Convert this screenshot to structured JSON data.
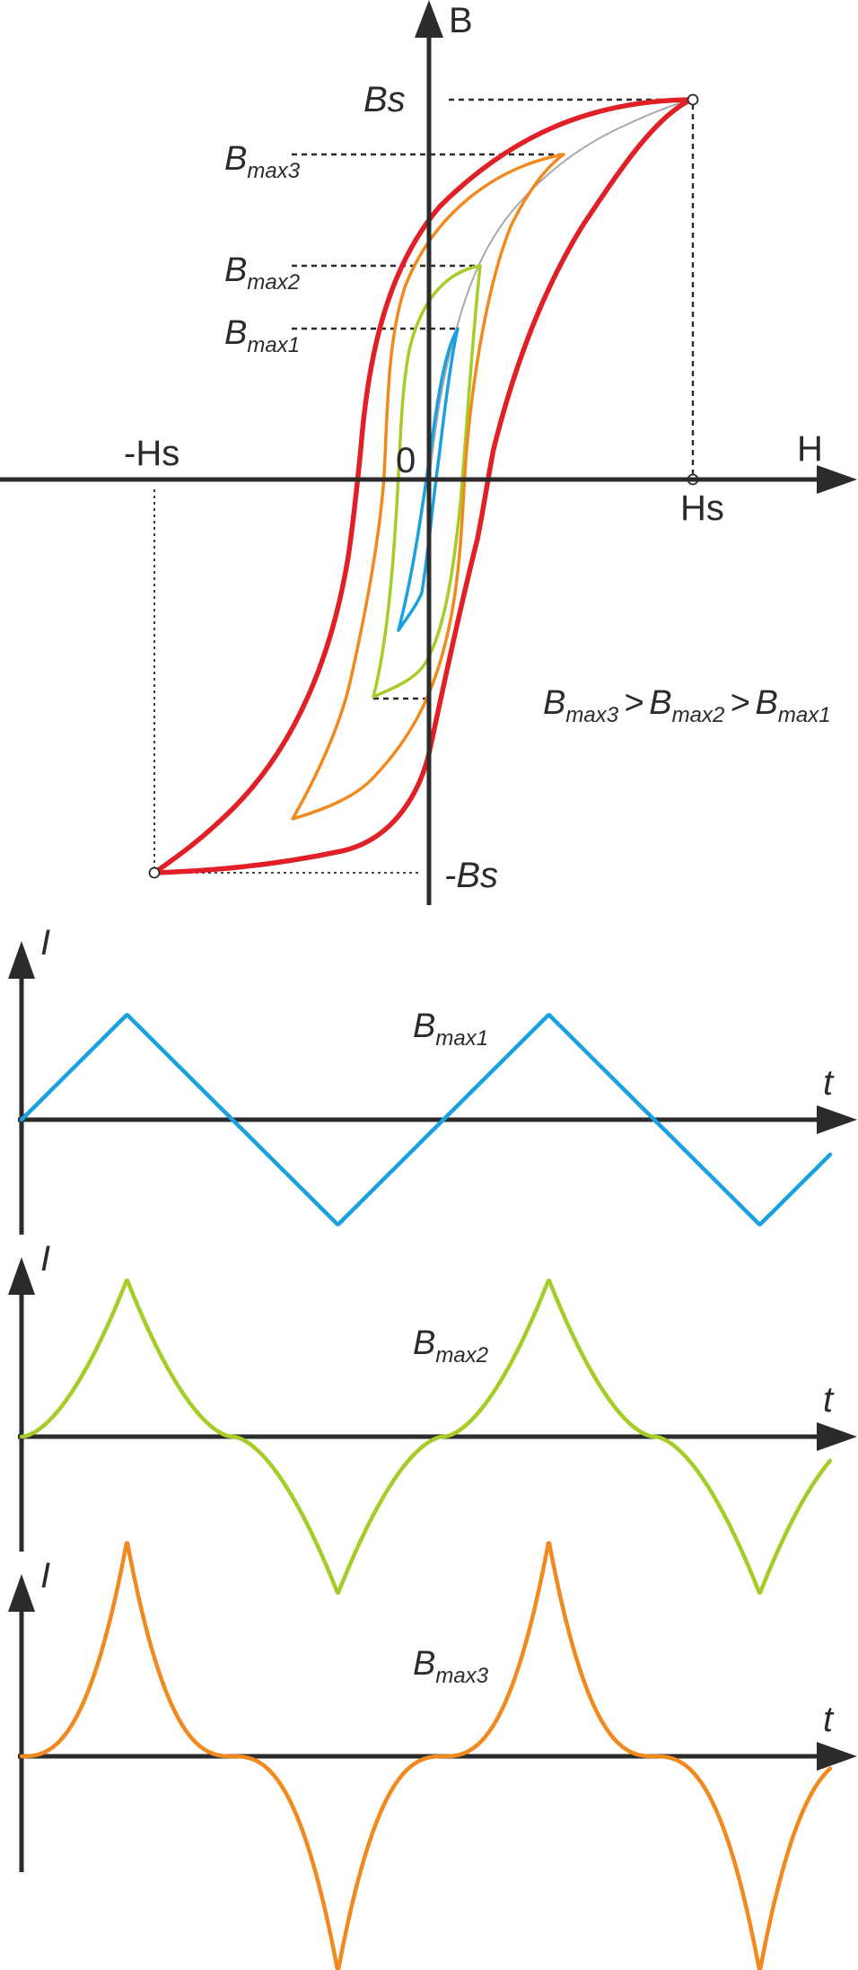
{
  "hysteresis": {
    "axis_labels": {
      "b": "B",
      "h": "H",
      "origin": "0"
    },
    "points": {
      "bs": "Bs",
      "neg_bs": "-Bs",
      "hs": "Hs",
      "neg_hs": "-Hs"
    },
    "levels": [
      {
        "base": "B",
        "sub": "max3"
      },
      {
        "base": "B",
        "sub": "max2"
      },
      {
        "base": "B",
        "sub": "max1"
      }
    ],
    "relation": {
      "a": "max3",
      "b": "max2",
      "c": "max1",
      "base": "B",
      "op": ">"
    },
    "colors": {
      "saturation": "#e02026",
      "max3": "#f18a1e",
      "max2": "#a6cc27",
      "max1": "#1ba1e0",
      "initial": "#a8a8a8"
    }
  },
  "waveforms": [
    {
      "y_label": "I",
      "x_label": "t",
      "base": "B",
      "sub": "max1",
      "shape": "triangle",
      "color": "#1ba1e0"
    },
    {
      "y_label": "I",
      "x_label": "t",
      "base": "B",
      "sub": "max2",
      "shape": "cusp-moderate",
      "color": "#a6cc27"
    },
    {
      "y_label": "I",
      "x_label": "t",
      "base": "B",
      "sub": "max3",
      "shape": "cusp-strong",
      "color": "#f18a1e"
    }
  ]
}
